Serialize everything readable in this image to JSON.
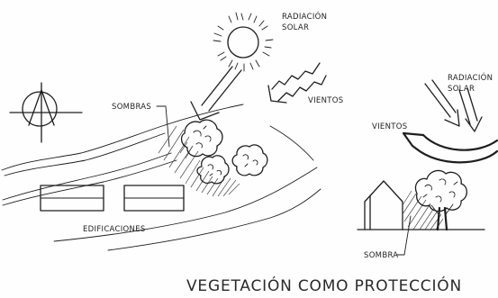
{
  "labels": {
    "solar_radiation_top": [
      "RADIACIÓN",
      "SOLAR"
    ],
    "winds_left": "VIENTOS",
    "shadows_left": "SOMBRAS",
    "buildings": "EDIFICACIONES",
    "solar_radiation_right": [
      "RADIACIÓN",
      "SOLAR"
    ],
    "winds_right": "VIENTOS",
    "shadow_right": "SOMBRA"
  },
  "caption": "VEGETACIÓN COMO PROTECCIÓN",
  "colors": {
    "ink": "#1e1e1e",
    "background": "#fefefe"
  }
}
